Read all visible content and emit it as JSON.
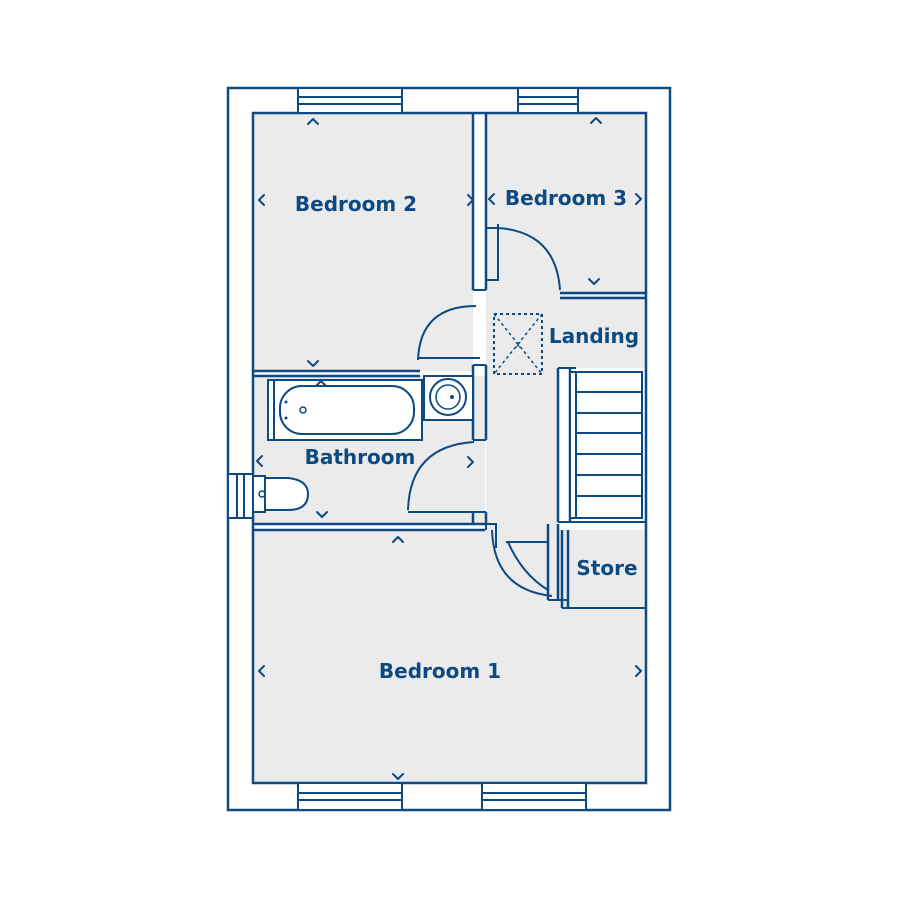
{
  "plan": {
    "rooms": {
      "bedroom1": "Bedroom 1",
      "bedroom2": "Bedroom 2",
      "bedroom3": "Bedroom 3",
      "bathroom": "Bathroom",
      "landing": "Landing",
      "store": "Store"
    },
    "icons": [
      "loft-hatch-icon",
      "bath-icon",
      "basin-icon",
      "toilet-icon",
      "staircase-icon",
      "window-icon",
      "door-swing-icon",
      "dimension-chevron-icon"
    ],
    "colors": {
      "line": "#0d4a82",
      "floor": "#ebebeb",
      "background": "#ffffff"
    }
  }
}
